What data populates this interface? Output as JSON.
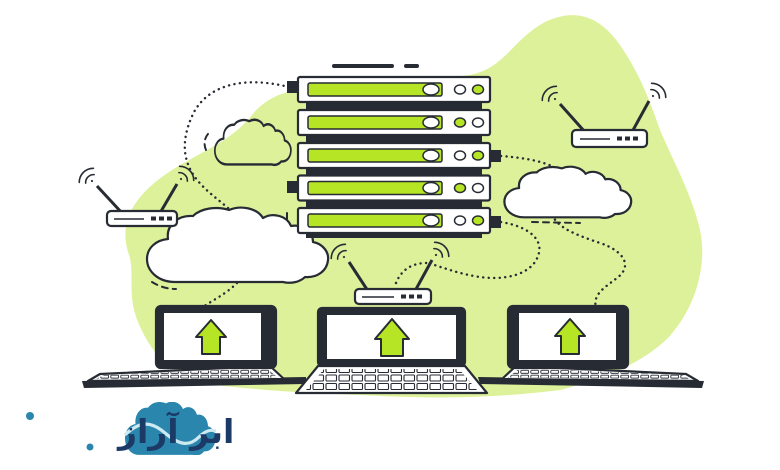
{
  "palette": {
    "background": "#ffffff",
    "blob_green": "#ddf19b",
    "accent_green": "#b5e524",
    "outline_dark": "#272b33",
    "white": "#ffffff",
    "logo_teal": "#2a86ad",
    "logo_navy": "#1b3a66",
    "logo_wave": "#cde9f2"
  },
  "illustration": {
    "server_rack": {
      "unit_count": 5,
      "units": [
        {
          "bar": "green",
          "lights": [
            "white",
            "green"
          ]
        },
        {
          "bar": "green",
          "lights": [
            "green",
            "white"
          ]
        },
        {
          "bar": "green",
          "lights": [
            "white",
            "green"
          ]
        },
        {
          "bar": "green",
          "lights": [
            "green",
            "white"
          ]
        },
        {
          "bar": "green",
          "lights": [
            "white",
            "green"
          ]
        }
      ]
    },
    "clouds": [
      {
        "id": "left-cloud",
        "fill": "white"
      },
      {
        "id": "top-small-cloud",
        "fill": "transparent"
      },
      {
        "id": "right-cloud",
        "fill": "white"
      }
    ],
    "routers": [
      {
        "id": "left-router",
        "antennas": 2
      },
      {
        "id": "center-router",
        "antennas": 2
      },
      {
        "id": "right-router",
        "antennas": 2
      }
    ],
    "laptops": [
      {
        "id": "left-laptop",
        "screen_icon": "upload-arrow"
      },
      {
        "id": "center-laptop",
        "screen_icon": "upload-arrow"
      },
      {
        "id": "right-laptop",
        "screen_icon": "upload-arrow"
      }
    ],
    "connection_style": "dotted"
  },
  "logo": {
    "text": "ابر آراز",
    "icon": "cloud-icon"
  }
}
